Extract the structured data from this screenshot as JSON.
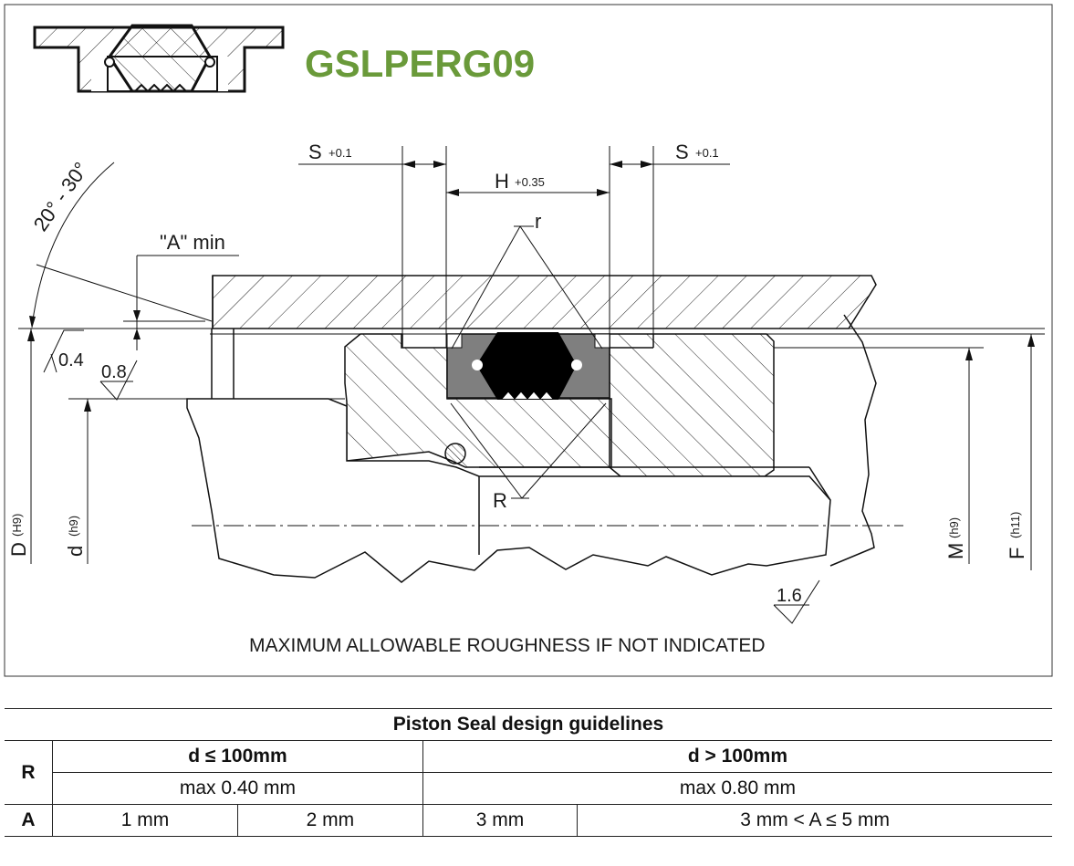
{
  "product_code": "GSLPERG09",
  "dimensions": {
    "groove_side_S": "S",
    "groove_side_S_tol": "+0.1",
    "groove_width_H": "H",
    "groove_width_H_tol": "+0.35",
    "small_radius": "r",
    "large_radius": "R",
    "chamfer_angle": "20° - 30°",
    "chamfer_min": "\"A\" min",
    "bore_D": "D",
    "bore_D_fit": "(H9)",
    "groove_d": "d",
    "groove_d_fit": "(h9)",
    "land_M": "M",
    "land_M_fit": "(h9)",
    "piston_F": "F",
    "piston_F_fit": "(h11)"
  },
  "roughness": {
    "bore": "0.4",
    "groove": "0.8",
    "general": "1.6",
    "note": "MAXIMUM ALLOWABLE ROUGHNESS IF NOT INDICATED"
  },
  "table": {
    "title": "Piston Seal design guidelines",
    "row_R_label": "R",
    "row_A_label": "A",
    "col_small": "d ≤ 100mm",
    "col_large": "d > 100mm",
    "R_small": "max 0.40 mm",
    "R_large": "max 0.80 mm",
    "A_values": [
      "1 mm",
      "2 mm",
      "3 mm",
      "3 mm < A ≤ 5 mm"
    ]
  },
  "colors": {
    "code_green": "#6a9a3a",
    "seal_gray": "#7f7f7f",
    "seal_black": "#000000"
  }
}
